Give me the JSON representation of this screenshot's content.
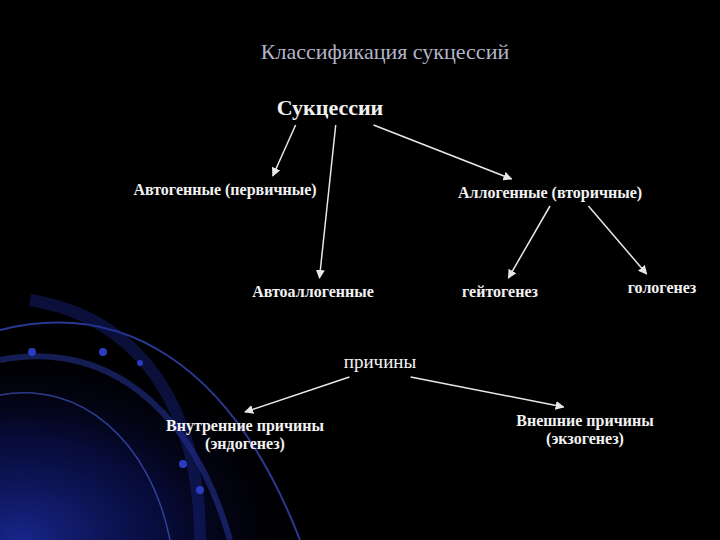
{
  "diagram": {
    "title": "Классификация сукцессий",
    "nodes": [
      {
        "text": [
          "Сукцессии"
        ]
      },
      {
        "text": [
          "Автогенные (первичные)"
        ]
      },
      {
        "text": [
          "Аллогенные (вторичные)"
        ]
      },
      {
        "text": [
          "Автоаллогенные"
        ]
      },
      {
        "text": [
          "гейтогенез"
        ]
      },
      {
        "text": [
          "гологенез"
        ]
      },
      {
        "text": [
          "причины"
        ]
      },
      {
        "text": [
          "Внутренние причины (эндогенез)"
        ]
      },
      {
        "text": [
          "Внешние причины (экзогенез)"
        ]
      }
    ],
    "edges": [
      {
        "from": 0,
        "to": 1,
        "arrow": "to"
      },
      {
        "from": 0,
        "to": 3,
        "arrow": "to"
      },
      {
        "from": 0,
        "to": 2,
        "arrow": "to"
      },
      {
        "from": 2,
        "to": 4,
        "arrow": "to"
      },
      {
        "from": 2,
        "to": 5,
        "arrow": "to"
      },
      {
        "from": 6,
        "to": 7,
        "arrow": "to"
      },
      {
        "from": 6,
        "to": 8,
        "arrow": "to"
      }
    ]
  }
}
